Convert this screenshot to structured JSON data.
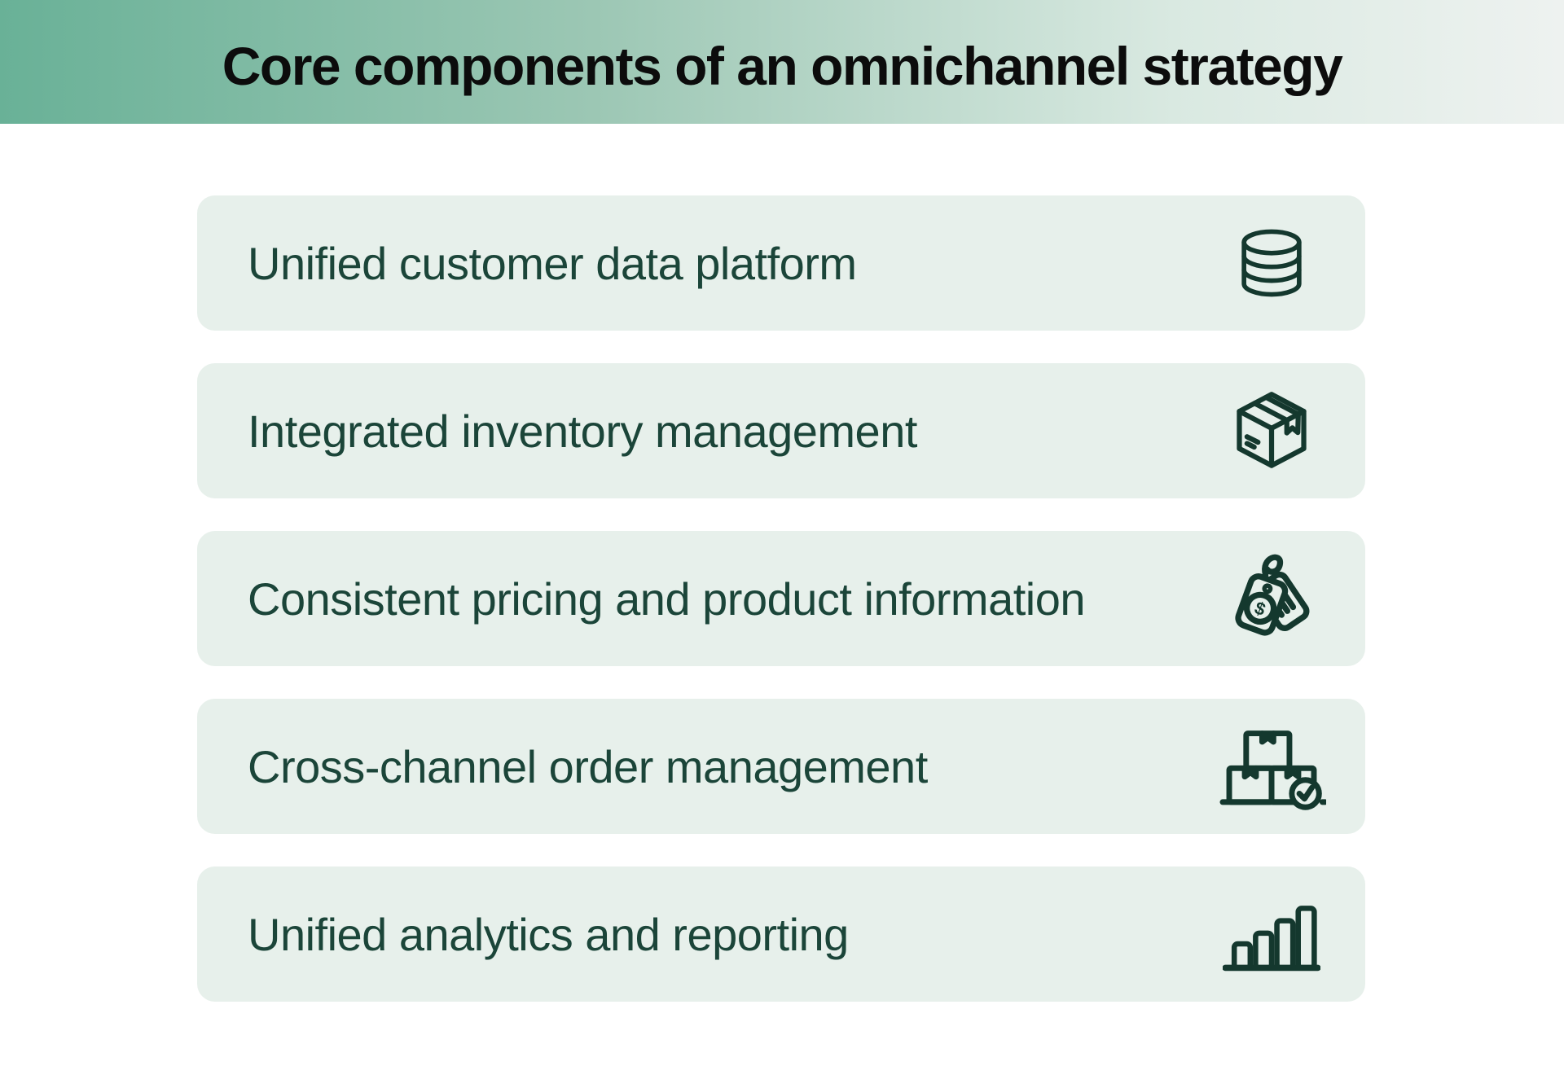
{
  "header": {
    "title": "Core components of an omnichannel strategy"
  },
  "rows": [
    {
      "label": "Unified customer data platform",
      "icon": "database-icon"
    },
    {
      "label": "Integrated inventory management",
      "icon": "package-box-icon"
    },
    {
      "label": "Consistent pricing and product information",
      "icon": "price-tags-icon"
    },
    {
      "label": "Cross-channel order management",
      "icon": "stacked-boxes-check-icon"
    },
    {
      "label": "Unified analytics and reporting",
      "icon": "bar-chart-icon"
    }
  ],
  "icons": {
    "dollar_glyph": "$"
  },
  "colors": {
    "page_background": "#FFFFFF",
    "header_gradient_start": "#69B197",
    "header_gradient_end": "#EEF2F0",
    "title_text": "#0C0C0C",
    "card_background": "#E7F0EB",
    "label_text": "#1B4539",
    "icon_stroke": "#14382E"
  }
}
